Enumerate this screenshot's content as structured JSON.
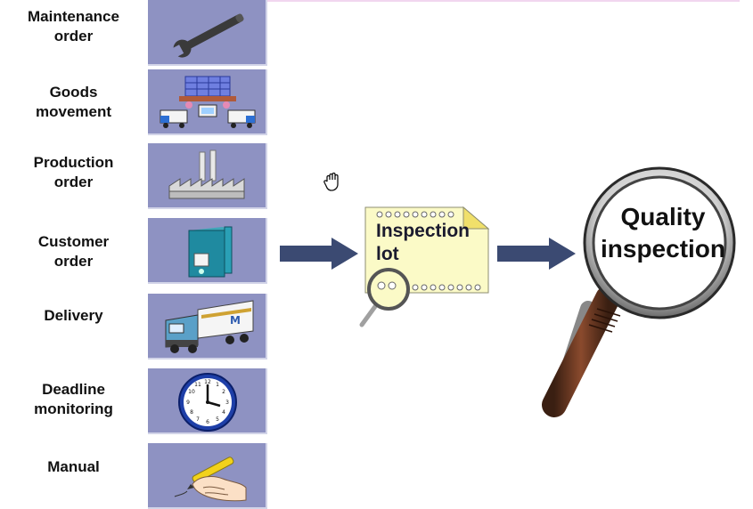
{
  "sources": [
    {
      "label": "Maintenance\norder",
      "icon": "wrench-icon"
    },
    {
      "label": "Goods\nmovement",
      "icon": "warehouse-trucks-icon"
    },
    {
      "label": "Production\norder",
      "icon": "factory-icon"
    },
    {
      "label": "Customer\norder",
      "icon": "binder-icon"
    },
    {
      "label": "Delivery",
      "icon": "truck-icon"
    },
    {
      "label": "Deadline\nmonitoring",
      "icon": "clock-icon"
    },
    {
      "label": "Manual",
      "icon": "hand-writing-icon"
    }
  ],
  "inspection_lot": {
    "label": "Inspection\nlot"
  },
  "quality_inspection": {
    "label": "Quality\ninspection"
  },
  "colors": {
    "tile": "#8e92c2",
    "arrow": "#3b4a72",
    "note": "#fbfac7",
    "handle": "#6b3a25"
  }
}
